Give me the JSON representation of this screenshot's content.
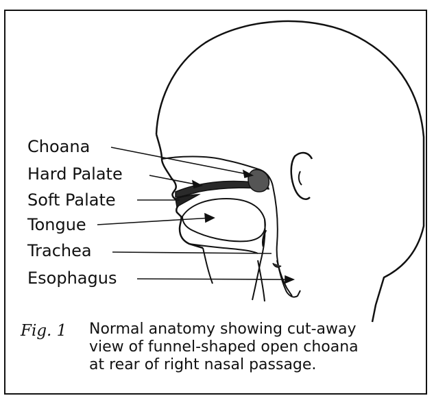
{
  "labels": {
    "choana": "Choana",
    "hard_palate": "Hard Palate",
    "soft_palate": "Soft Palate",
    "tongue": "Tongue",
    "trachea": "Trachea",
    "esophagus": "Esophagus"
  },
  "caption": {
    "fig": "Fig. 1",
    "line1": "Normal anatomy showing cut-away",
    "line2": "view of funnel-shaped open choana",
    "line3": "at rear of right nasal passage."
  }
}
